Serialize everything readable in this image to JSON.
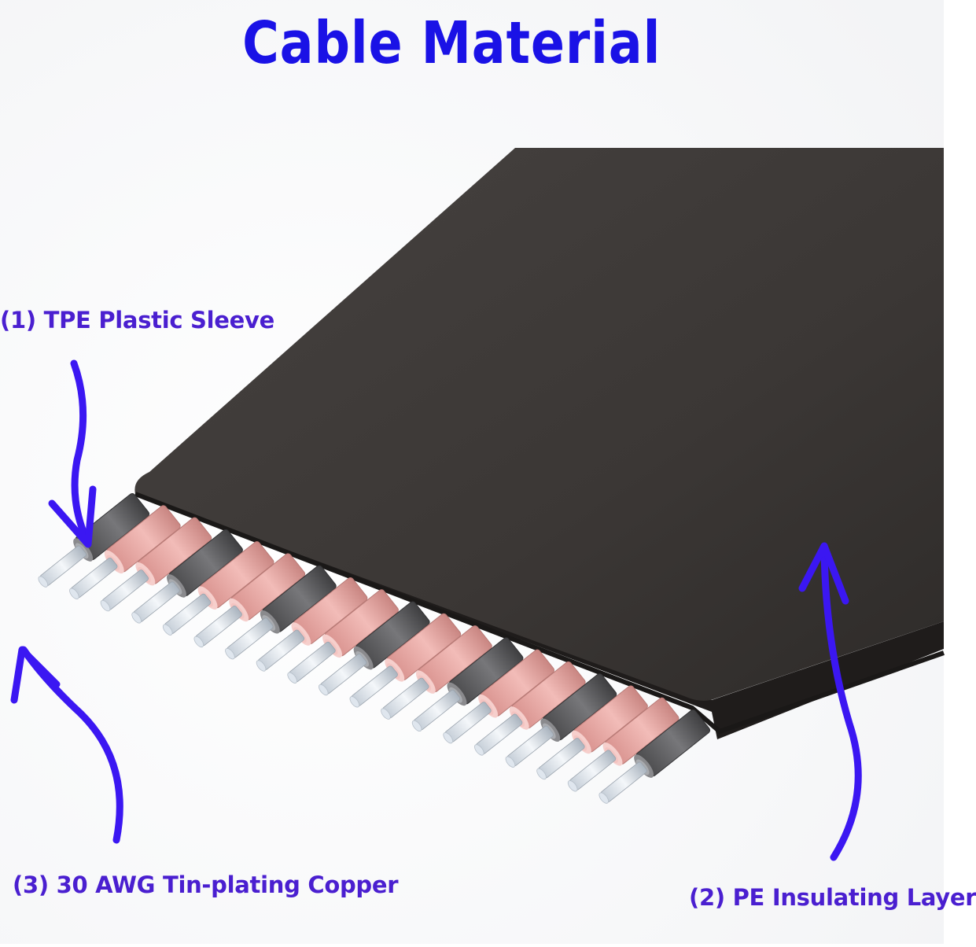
{
  "title": "Cable Material",
  "colors": {
    "title": "#1a12e6",
    "label": "#4a1fd0",
    "arrow": "#3b17f2",
    "jacket": "#3a3633",
    "jacket_side": "#24211f",
    "sleeve_pink": "#e9aaa6",
    "sleeve_gray": "#5d5d5f",
    "conductor": "#dfe6ee"
  },
  "labels": {
    "tpe": "(1) TPE Plastic Sleeve",
    "pe": "(2) PE Insulating Layer",
    "copper": "(3) 30 AWG Tin-plating Copper"
  },
  "cable": {
    "conductor_colors": [
      "gray",
      "pink",
      "pink",
      "gray",
      "pink",
      "pink",
      "gray",
      "pink",
      "pink",
      "gray",
      "pink",
      "pink",
      "gray",
      "pink",
      "pink",
      "gray",
      "pink",
      "pink",
      "gray"
    ]
  }
}
